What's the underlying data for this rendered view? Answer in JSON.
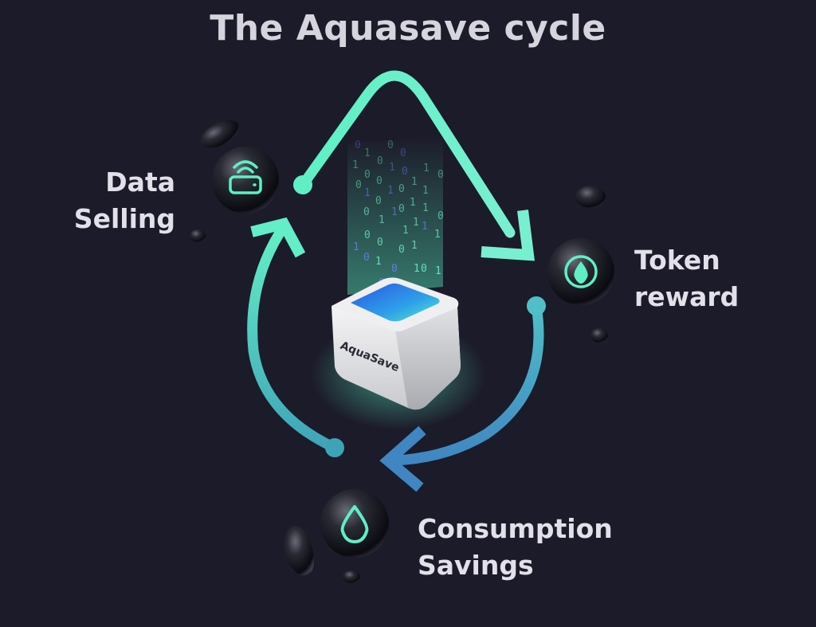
{
  "title": "The Aquasave cycle",
  "device": {
    "brand_text": "AquaSave"
  },
  "stages": [
    {
      "id": "data-selling",
      "lines": [
        "Data",
        "Selling"
      ],
      "icon": "router-wifi-icon"
    },
    {
      "id": "token-reward",
      "lines": [
        "Token",
        "reward"
      ],
      "icon": "drop-coin-icon"
    },
    {
      "id": "consumption-savings",
      "lines": [
        "Consumption",
        "Savings"
      ],
      "icon": "water-drop-icon"
    }
  ],
  "colors": {
    "background": "#1c1b29",
    "arrow_green": "#6af0c8",
    "arrow_blue": "#3f8fc6",
    "label_text": "#e2e0e8",
    "title_text": "#d6d4dc",
    "digit_green": "#6af0c8",
    "digit_blue": "#6a7cff"
  }
}
